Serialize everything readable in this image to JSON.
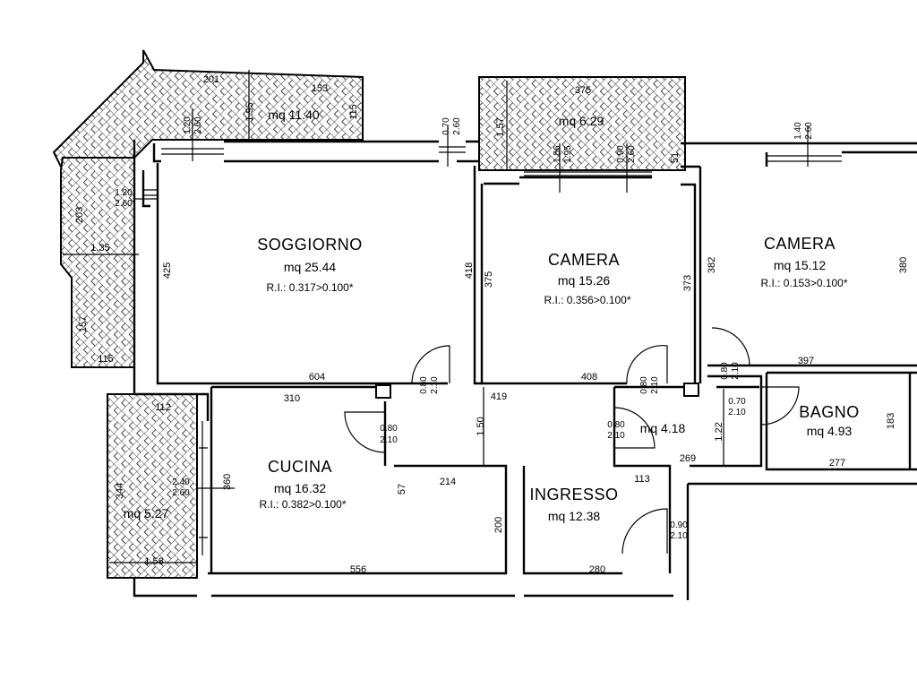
{
  "rooms": {
    "soggiorno": {
      "name": "SOGGIORNO",
      "area": "mq 25.44",
      "ri": "R.I.: 0.317>0.100*"
    },
    "camera1": {
      "name": "CAMERA",
      "area": "mq 15.26",
      "ri": "R.I.: 0.356>0.100*"
    },
    "camera2": {
      "name": "CAMERA",
      "area": "mq 15.12",
      "ri": "R.I.: 0.153>0.100*"
    },
    "cucina": {
      "name": "CUCINA",
      "area": "mq 16.32",
      "ri": "R.I.: 0.382>0.100*"
    },
    "ingresso": {
      "name": "INGRESSO",
      "area": "mq 12.38"
    },
    "bagno": {
      "name": "BAGNO",
      "area": "mq 4.93"
    },
    "disimpegno": {
      "area": "mq 4.18"
    },
    "terrace1": {
      "area": "mq 11.40"
    },
    "terrace2": {
      "area": "mq 6.29"
    },
    "terrace3": {
      "area": "mq 5.27"
    }
  },
  "dimensions": {
    "d201": "201",
    "d153": "153",
    "d115a": "115",
    "d95": "1.95",
    "d375a": "375",
    "d157": "1.57",
    "d203": "203",
    "d135": "1.35",
    "d157b": "157",
    "d115b": "115",
    "d425": "425",
    "d604": "604",
    "d418": "418",
    "d375b": "375",
    "d408": "408",
    "d373": "373",
    "d382": "382",
    "d380": "380",
    "d397": "397",
    "d310": "310",
    "d419": "419",
    "d150": "1.50",
    "d214": "214",
    "d57": "57",
    "d360": "360",
    "d556": "556",
    "d200": "200",
    "d280": "280",
    "d113": "113",
    "d269": "269",
    "d122": "1.22",
    "d277": "277",
    "d183": "183",
    "d112": "112",
    "d344": "344",
    "d156": "1.56",
    "d51": "51"
  },
  "openings": {
    "w1_top": "1.20",
    "w1_bot": "2.60",
    "w2_top": "0.70",
    "w2_bot": "2.60",
    "w3_top": "1.20",
    "w3_bot": "2.60",
    "w4_top": "1.56",
    "w4_bot": "1.95",
    "w5_top": "0.90",
    "w5_bot": "2.60",
    "w6_top": "1.40",
    "w6_bot": "2.60",
    "w7_top": "2.40",
    "w7_bot": "2.60",
    "door1_top": "0.80",
    "door1_bot": "2.10",
    "door2_top": "0.80",
    "door2_bot": "2.10",
    "door3_top": "0.80",
    "door3_bot": "2.10",
    "door4_top": "0.80",
    "door4_bot": "2.10",
    "door5_top": "0.80",
    "door5_bot": "2.10",
    "door6_top": "0.70",
    "door6_bot": "2.10",
    "door7_top": "0.90",
    "door7_bot": "2.10"
  }
}
